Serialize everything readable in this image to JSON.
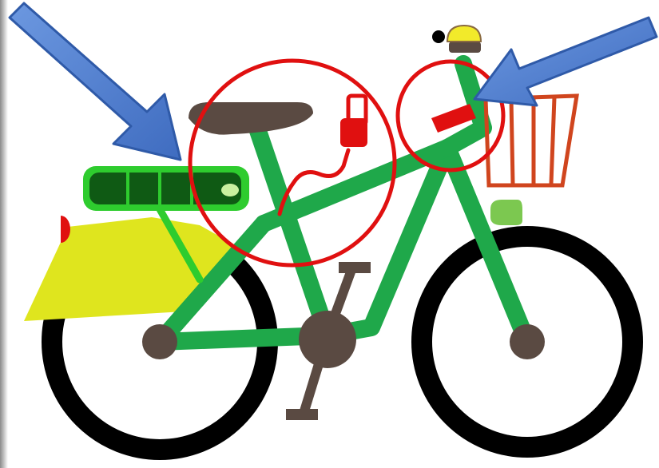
{
  "image": {
    "description_kind": "illustration",
    "subject": "electric-bicycle",
    "highlights": [
      "battery",
      "charging-port",
      "handlebar-display"
    ]
  },
  "colors": {
    "frame": "#1fa84a",
    "battery_body": "#0f5a14",
    "battery_outline": "#2ecc2e",
    "tire": "#000000",
    "hub": "#5a4a42",
    "seat": "#5a4a42",
    "fender": "#dfe51e",
    "highlight_circle": "#e01010",
    "plug": "#e01010",
    "arrow": "#4f7fd0",
    "arrow_outline": "#2f5aa8",
    "basket": "#d0451e",
    "headlight": "#7cc850",
    "bell": "#f2ea2a"
  }
}
